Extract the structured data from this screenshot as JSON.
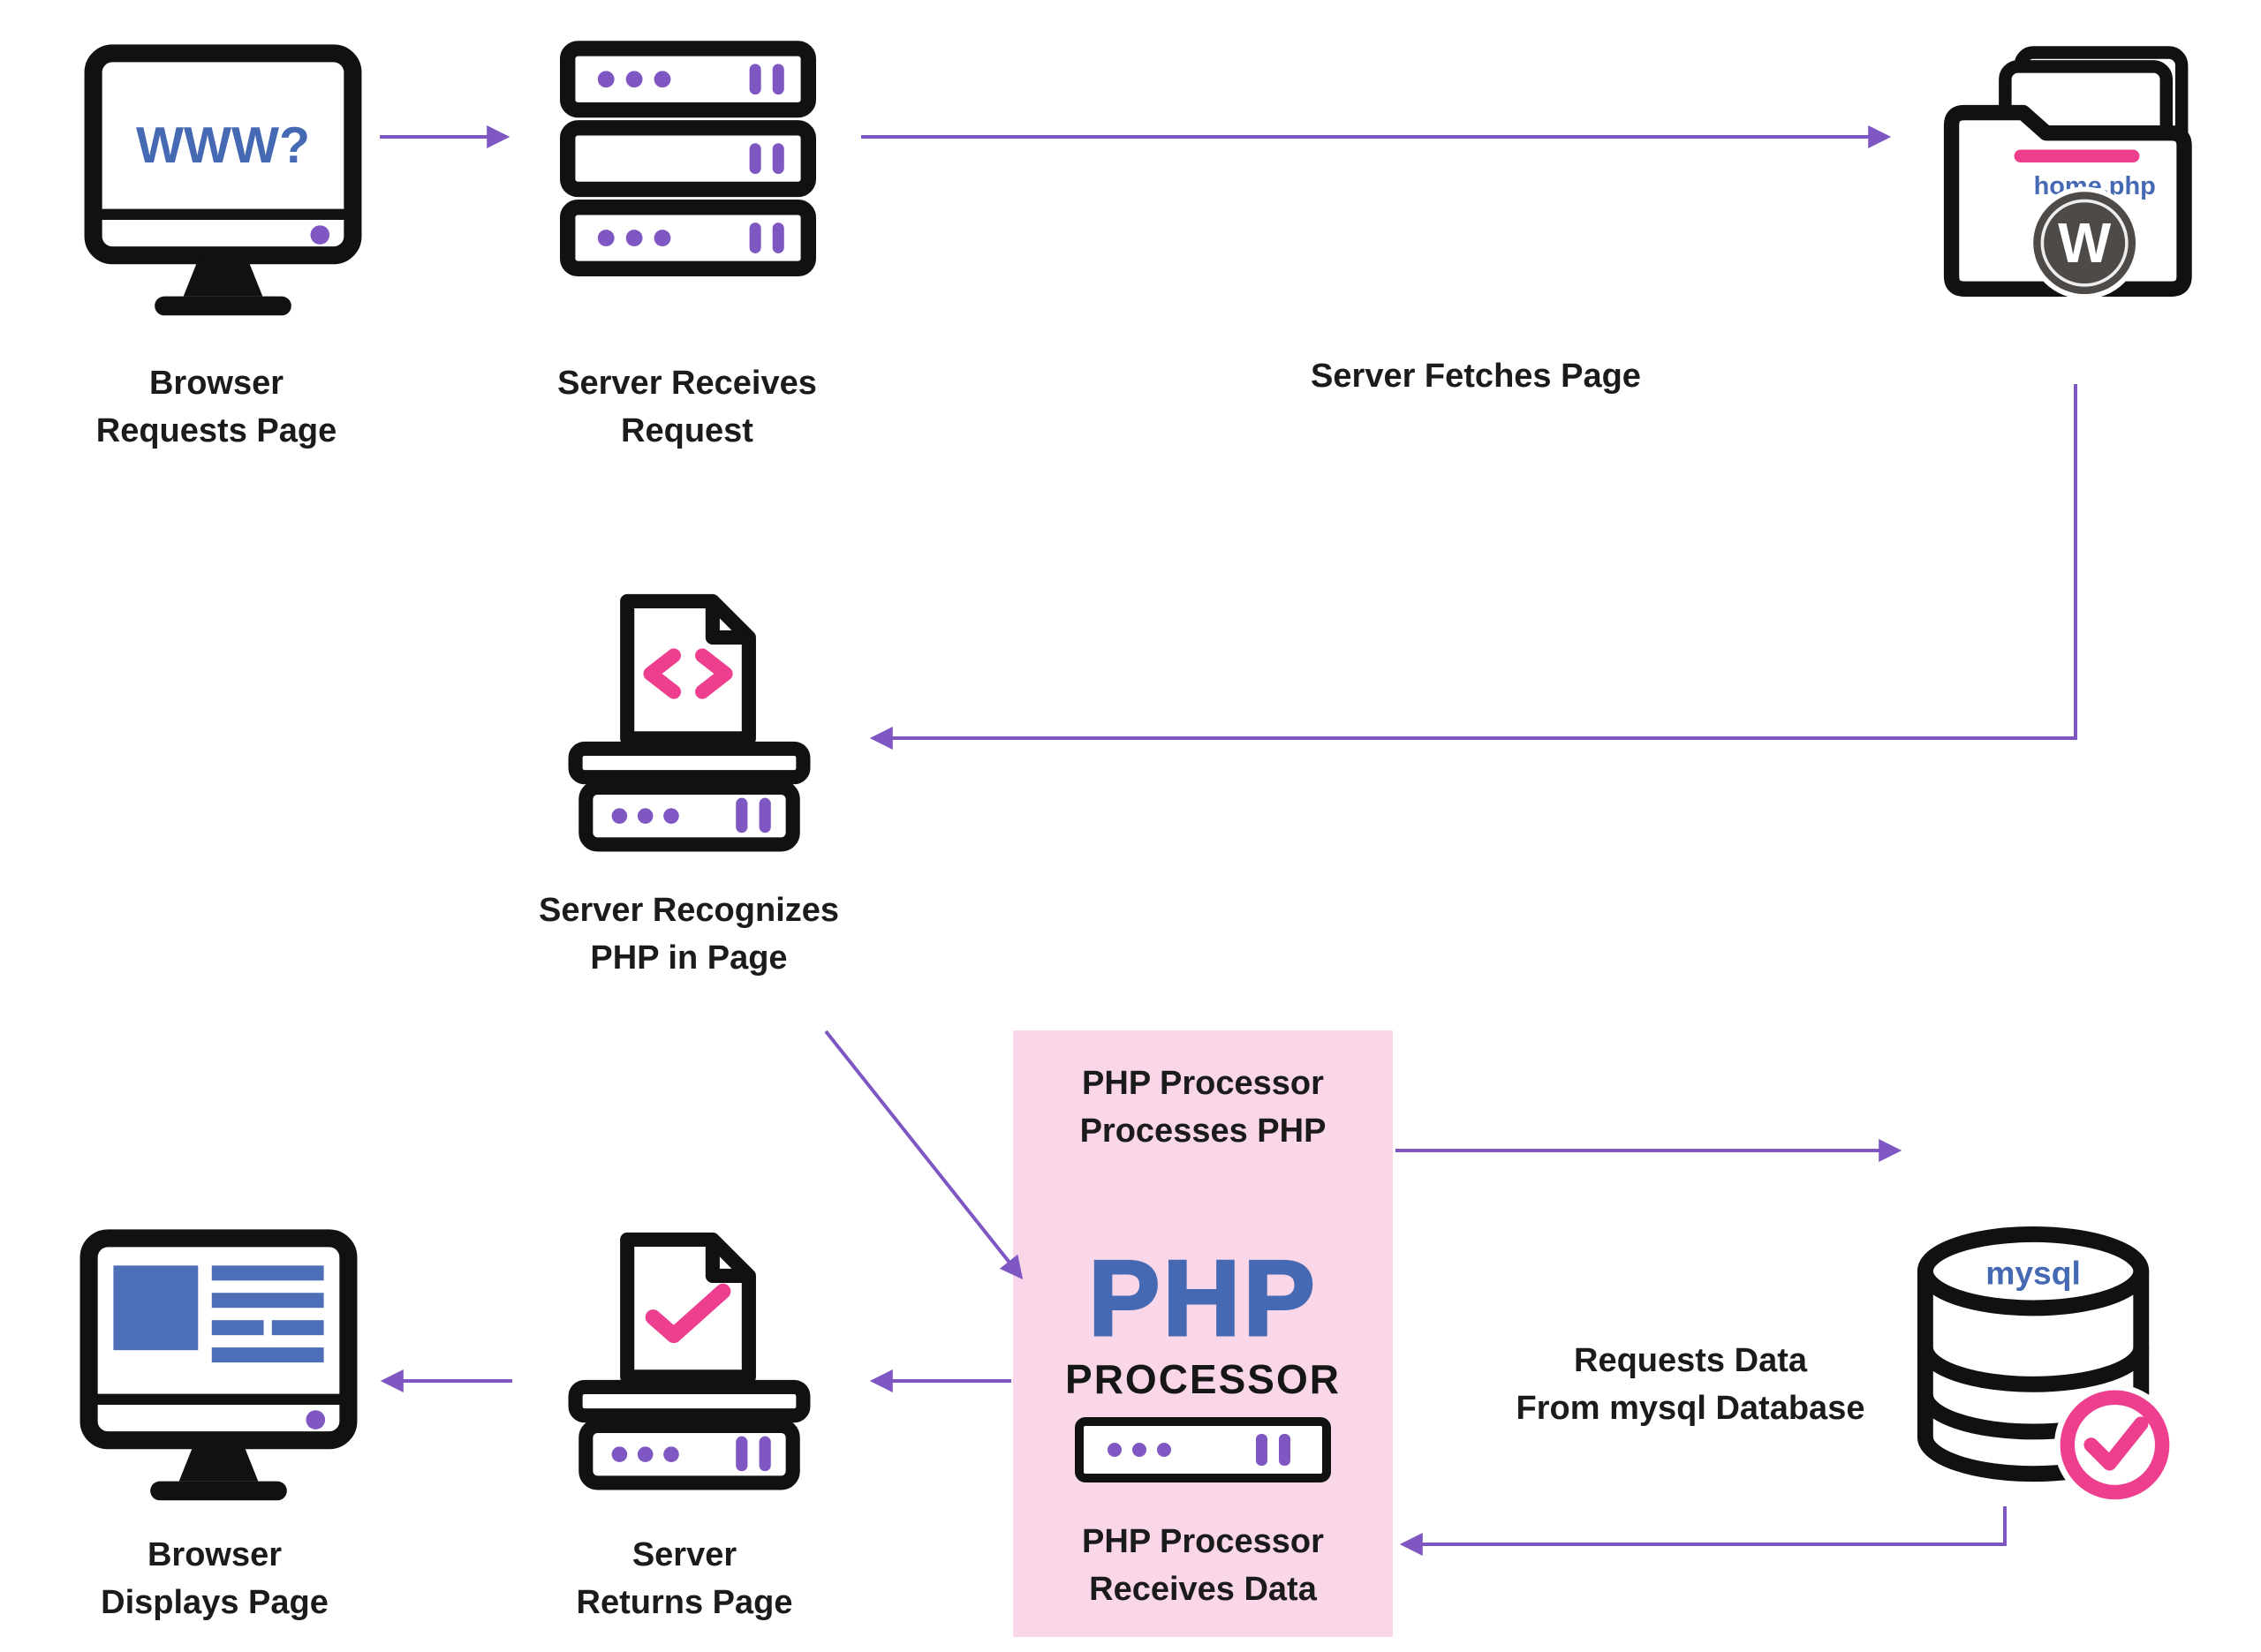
{
  "colors": {
    "arrow_purple": "#7e57c2",
    "accent_blue": "#4569b2",
    "accent_pink": "#ee3e8e",
    "php_box_bg": "#f9d6e8",
    "ink": "#1b1b1b",
    "wordpress_gray": "#4e4a48"
  },
  "nodes": {
    "browser_request": {
      "screen_text": "WWW?",
      "label": "Browser\nRequests Page"
    },
    "server_receive": {
      "label": "Server Receives\nRequest"
    },
    "fetch": {
      "label": "Server Fetches Page",
      "file_name": "home.php",
      "wp_letter": "W"
    },
    "recognize": {
      "label": "Server Recognizes\nPHP in Page"
    },
    "php": {
      "top_label": "PHP Processor\nProcesses PHP",
      "title": "PHP",
      "subtitle": "PROCESSOR",
      "bottom_label": "PHP Processor\nReceives Data"
    },
    "mysql": {
      "label": "Requests Data\nFrom mysql Database",
      "db_text": "mysql"
    },
    "server_return": {
      "label": "Server\nReturns Page"
    },
    "browser_display": {
      "label": "Browser\nDisplays Page"
    }
  }
}
